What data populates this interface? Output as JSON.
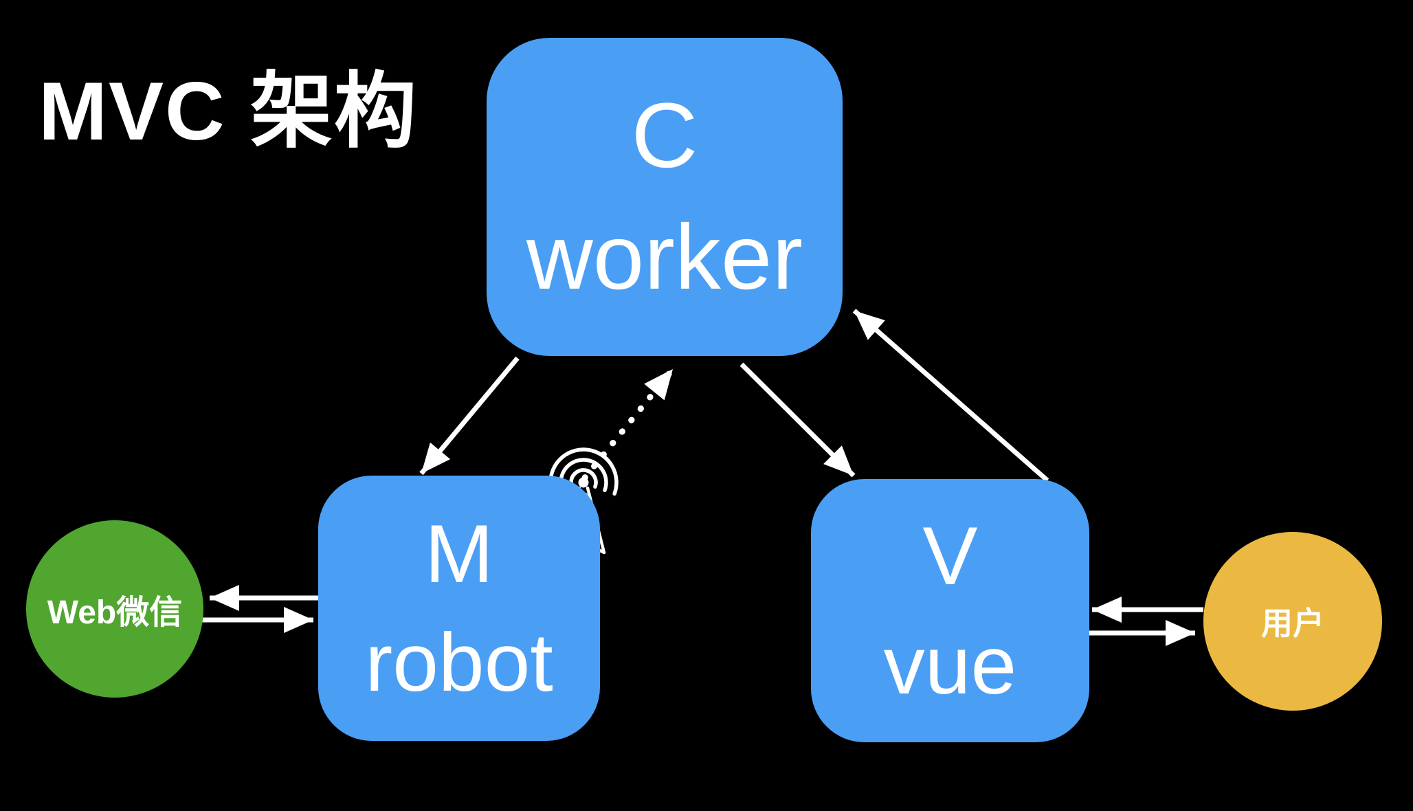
{
  "title": "MVC 架构",
  "colors": {
    "background": "#000000",
    "box_blue": "#4A9FF5",
    "wechat_green": "#50A62E",
    "user_yellow": "#EBB942",
    "text_white": "#FFFFFF",
    "arrow_white": "#FFFFFF"
  },
  "nodes": {
    "controller": {
      "letter": "C",
      "name": "worker"
    },
    "model": {
      "letter": "M",
      "name": "robot"
    },
    "view": {
      "letter": "V",
      "name": "vue"
    },
    "wechat": {
      "label": "Web微信"
    },
    "user": {
      "label": "用户"
    }
  },
  "icons": [
    {
      "name": "broadcast-antenna-icon"
    }
  ],
  "edges": [
    {
      "from": "C worker",
      "to": "M robot",
      "line": "solid"
    },
    {
      "from": "M robot",
      "to": "C worker",
      "line": "dotted",
      "via": "broadcast-antenna-icon"
    },
    {
      "from": "C worker",
      "to": "V vue",
      "line": "solid"
    },
    {
      "from": "V vue",
      "to": "C worker",
      "line": "solid"
    },
    {
      "from": "M robot",
      "to": "Web微信",
      "line": "solid"
    },
    {
      "from": "Web微信",
      "to": "M robot",
      "line": "solid"
    },
    {
      "from": "用户",
      "to": "V vue",
      "line": "solid"
    },
    {
      "from": "V vue",
      "to": "用户",
      "line": "solid"
    }
  ]
}
